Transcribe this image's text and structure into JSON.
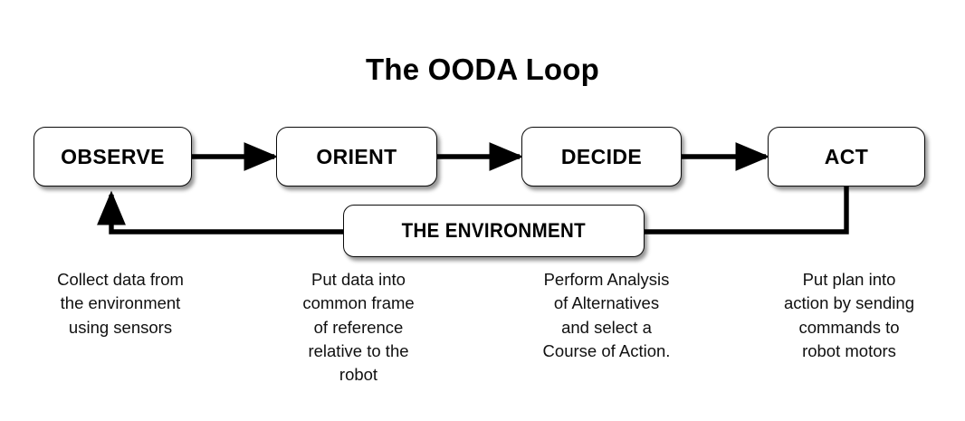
{
  "page": {
    "title": "The OODA Loop",
    "background_color": "#ffffff",
    "ink_color": "#000000"
  },
  "stages": [
    {
      "id": "observe",
      "label": "OBSERVE",
      "caption_lines": [
        "Collect data from",
        "the environment",
        "using sensors"
      ]
    },
    {
      "id": "orient",
      "label": "ORIENT",
      "caption_lines": [
        "Put data into",
        "common frame",
        "of reference",
        "relative to the",
        "robot"
      ]
    },
    {
      "id": "decide",
      "label": "DECIDE",
      "caption_lines": [
        "Perform Analysis",
        "of Alternatives",
        "and select a",
        "Course of Action."
      ]
    },
    {
      "id": "act",
      "label": "ACT",
      "caption_lines": [
        "Put plan into",
        "action by sending",
        "commands to",
        "robot motors"
      ]
    }
  ],
  "environment": {
    "id": "environment",
    "label": "THE ENVIRONMENT"
  },
  "connectors": [
    {
      "id": "observe-to-orient",
      "kind": "arrow",
      "from": "observe",
      "to": "orient"
    },
    {
      "id": "orient-to-decide",
      "kind": "arrow",
      "from": "orient",
      "to": "decide"
    },
    {
      "id": "decide-to-act",
      "kind": "arrow",
      "from": "decide",
      "to": "act"
    },
    {
      "id": "act-to-observe-feedback",
      "kind": "feedback-arrow",
      "from": "act",
      "to": "observe"
    }
  ]
}
